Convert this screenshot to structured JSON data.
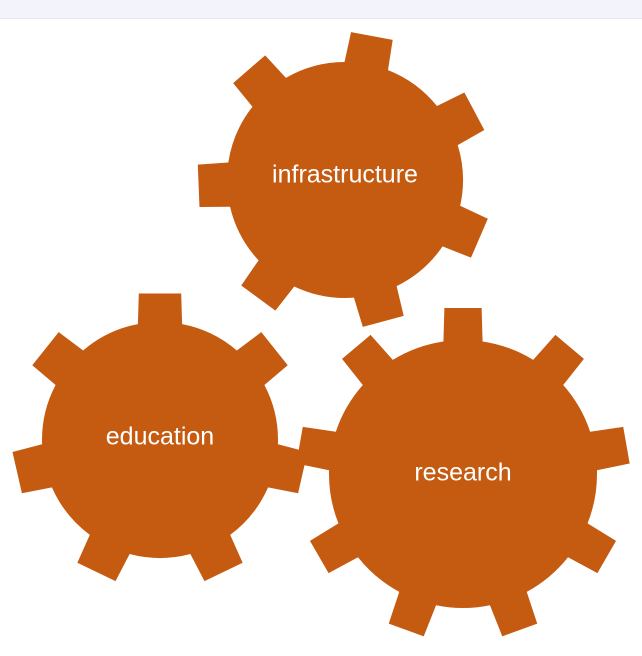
{
  "diagram": {
    "gear_color": "#C55A11",
    "background_color": "#FFFFFF",
    "top_strip_color": "#F3F3FB",
    "gears": [
      {
        "id": "infrastructure",
        "label": "infrastructure"
      },
      {
        "id": "education",
        "label": "education"
      },
      {
        "id": "research",
        "label": "research"
      }
    ]
  }
}
